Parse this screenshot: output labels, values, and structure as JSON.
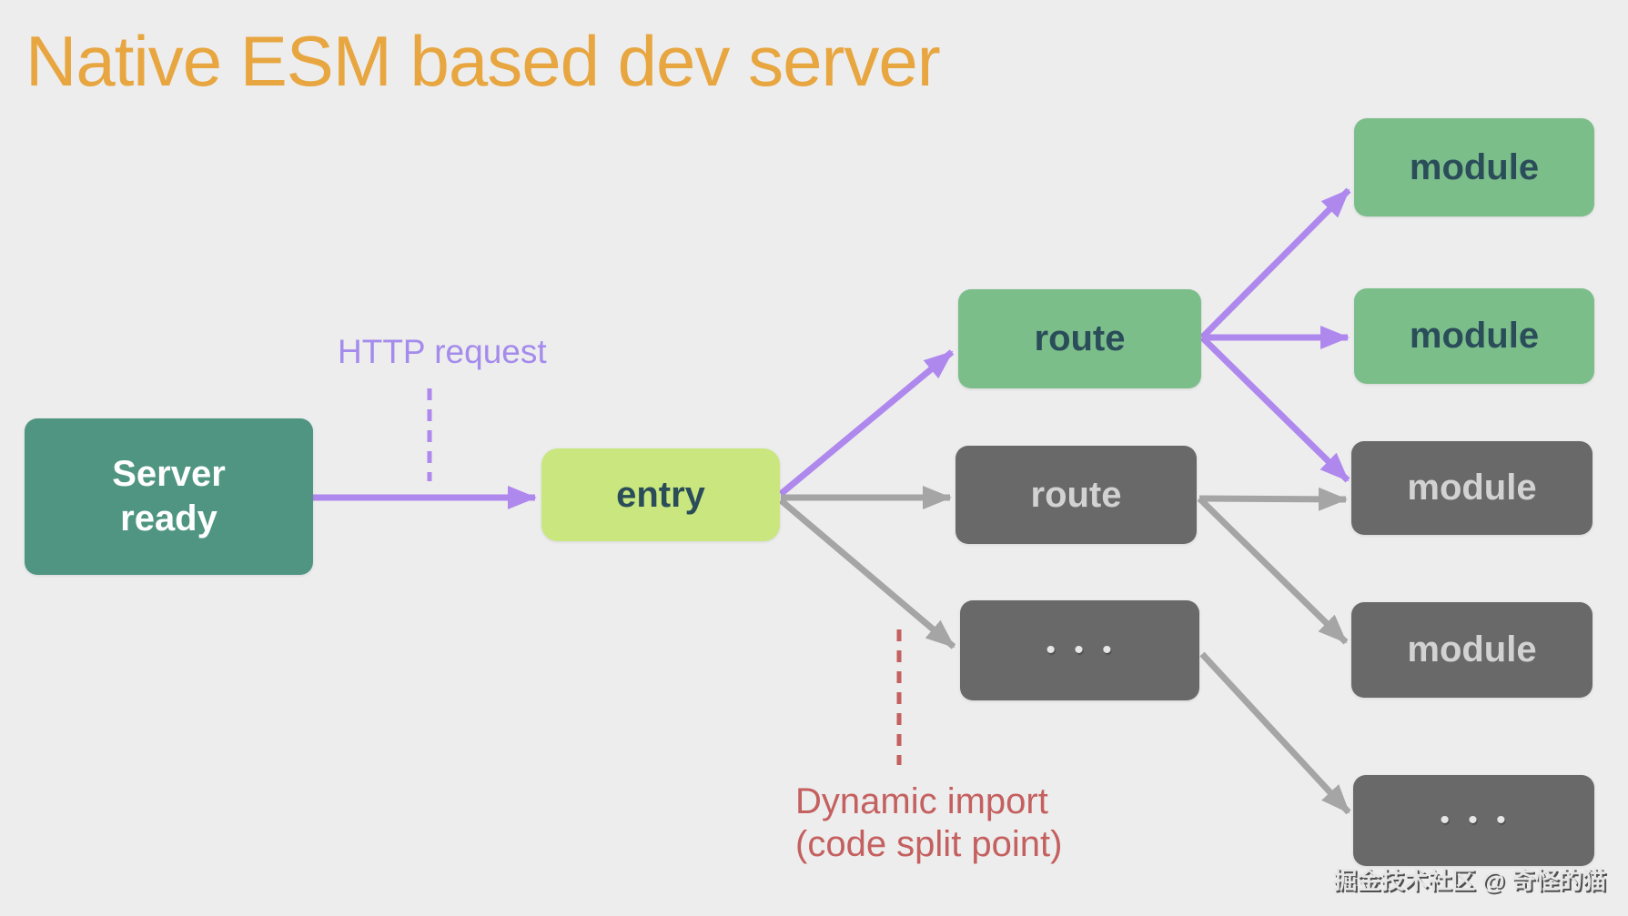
{
  "title": "Native ESM based dev server",
  "annotations": {
    "http_request": "HTTP request",
    "dynamic_import": "Dynamic import\n(code split point)"
  },
  "nodes": {
    "server_ready": "Server\nready",
    "entry": "entry",
    "route_green": "route",
    "route_gray": "route",
    "ellipsis_mid": "• • •",
    "module_green_1": "module",
    "module_green_2": "module",
    "module_gray_1": "module",
    "module_gray_2": "module",
    "ellipsis_bottom": "• • •"
  },
  "watermark": "掘金技术社区 @ 奇怪的猫",
  "colors": {
    "background": "#EDEDED",
    "title": "#E8A640",
    "server_box": "#4F9582",
    "entry_box": "#C9E77E",
    "green_box": "#7BBE8A",
    "gray_box": "#696969",
    "dark_text": "#2A4D59",
    "gray_box_text": "#D2D2D2",
    "purple_arrow": "#AF88EE",
    "purple_label": "#A48BEC",
    "gray_arrow": "#A5A5A5",
    "red_annotation": "#C4605F"
  }
}
